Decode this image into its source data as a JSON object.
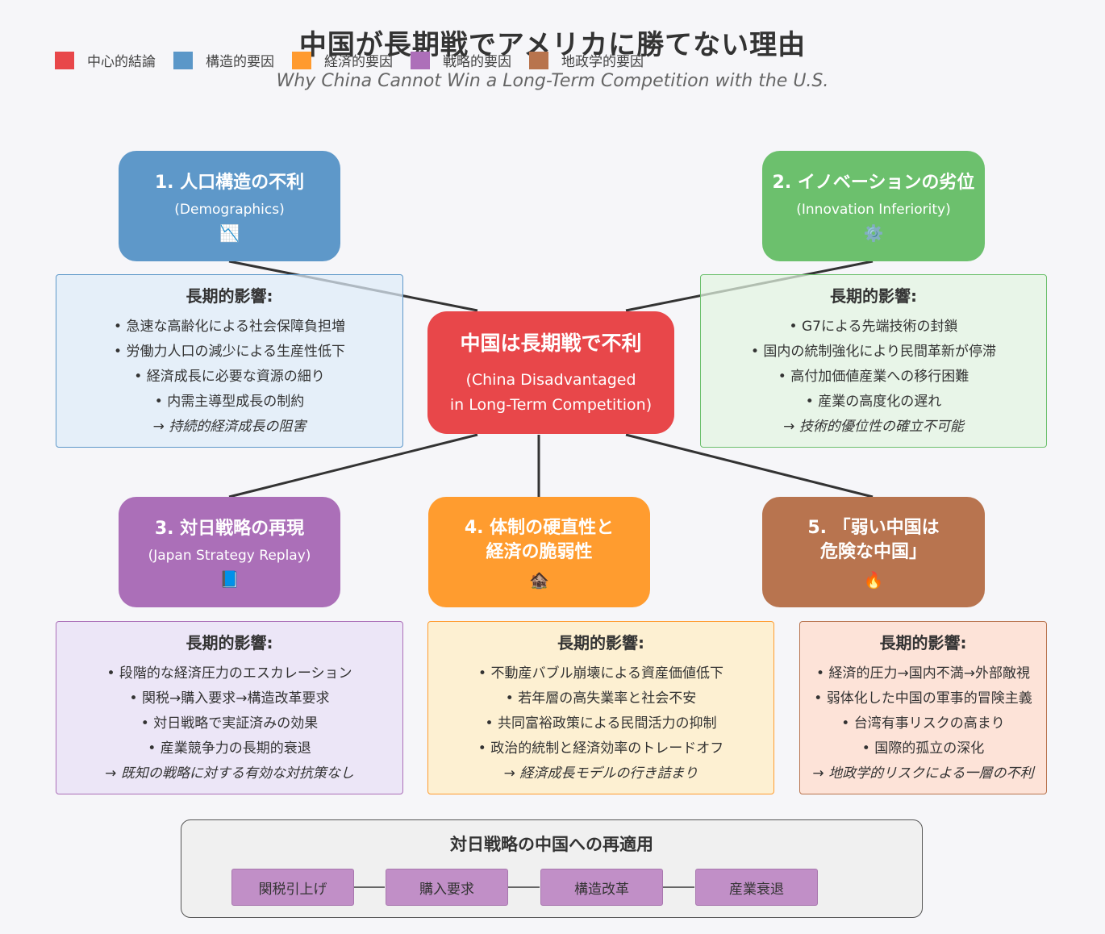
{
  "title": "中国が長期戦でアメリカに勝てない理由",
  "subtitle": "Why China Cannot Win a Long-Term Competition with the U.S.",
  "legend": [
    {
      "label": "中心的結論",
      "color": "#e8474a"
    },
    {
      "label": "構造的要因",
      "color": "#5b97c8"
    },
    {
      "label": "経済的要因",
      "color": "#ff9a2e"
    },
    {
      "label": "戦略的要因",
      "color": "#ad6fb9"
    },
    {
      "label": "地政学的要因",
      "color": "#b8744d"
    }
  ],
  "center": {
    "title": "中国は長期戦で不利",
    "sub1": "(China Disadvantaged",
    "sub2": "in Long-Term Competition)"
  },
  "nodes": [
    {
      "title": "1. 人口構造の不利",
      "sub": "(Demographics)",
      "icon": "📉",
      "color": "#5e98c9"
    },
    {
      "title": "2. イノベーションの劣位",
      "sub": "(Innovation Inferiority)",
      "icon": "⚙️",
      "color": "#6cc06d"
    },
    {
      "title": "3. 対日戦略の再現",
      "sub": "(Japan Strategy Replay)",
      "icon": "📘",
      "color": "#ab6fb8"
    },
    {
      "title1": "4. 体制の硬直性と",
      "title2": "経済の脆弱性",
      "icon": "🏚️",
      "color": "#ff9c2f"
    },
    {
      "title1": "5. 「弱い中国は",
      "title2": "危険な中国」",
      "icon": "🔥",
      "color": "#b8744f"
    }
  ],
  "cards": [
    {
      "heading": "長期的影響:",
      "items": [
        "• 急速な高齢化による社会保障負担増",
        "• 労働力人口の減少による生産性低下",
        "• 経済成長に必要な資源の細り",
        "• 内需主導型成長の制約"
      ],
      "conclusion": "→ 持続的経済成長の阻害"
    },
    {
      "heading": "長期的影響:",
      "items": [
        "• G7による先端技術の封鎖",
        "• 国内の統制強化により民間革新が停滞",
        "• 高付加価値産業への移行困難",
        "• 産業の高度化の遅れ"
      ],
      "conclusion": "→ 技術的優位性の確立不可能"
    },
    {
      "heading": "長期的影響:",
      "items": [
        "• 段階的な経済圧力のエスカレーション",
        "• 関税→購入要求→構造改革要求",
        "• 対日戦略で実証済みの効果",
        "• 産業競争力の長期的衰退"
      ],
      "conclusion": "→ 既知の戦略に対する有効な対抗策なし"
    },
    {
      "heading": "長期的影響:",
      "items": [
        "• 不動産バブル崩壊による資産価値低下",
        "• 若年層の高失業率と社会不安",
        "• 共同富裕政策による民間活力の抑制",
        "• 政治的統制と経済効率のトレードオフ"
      ],
      "conclusion": "→ 経済成長モデルの行き詰まり"
    },
    {
      "heading": "長期的影響:",
      "items": [
        "• 経済的圧力→国内不満→外部敵視",
        "• 弱体化した中国の軍事的冒険主義",
        "• 台湾有事リスクの高まり",
        "• 国際的孤立の深化"
      ],
      "conclusion": "→ 地政学的リスクによる一層の不利"
    }
  ],
  "flow": {
    "title": "対日戦略の中国への再適用",
    "steps": [
      "関税引上げ",
      "購入要求",
      "構造改革",
      "産業衰退"
    ]
  }
}
